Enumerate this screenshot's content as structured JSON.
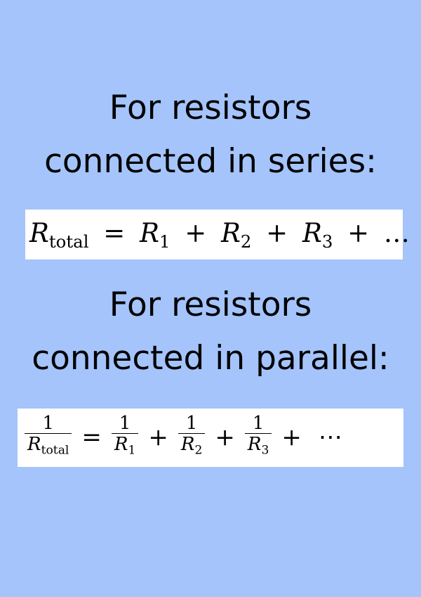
{
  "background_color": "#a4c4fb",
  "headings": {
    "series_line1": "For resistors",
    "series_line2": "connected in series:",
    "parallel_line1": "For resistors",
    "parallel_line2": "connected in parallel:"
  },
  "series_formula": {
    "lhs_var": "R",
    "lhs_sub": "total",
    "equals": "=",
    "terms": [
      {
        "var": "R",
        "sub": "1"
      },
      {
        "var": "R",
        "sub": "2"
      },
      {
        "var": "R",
        "sub": "3"
      }
    ],
    "plus": "+",
    "ellipsis": "…"
  },
  "parallel_formula": {
    "numerator": "1",
    "lhs_var": "R",
    "lhs_sub": "total",
    "equals": "=",
    "terms": [
      {
        "num": "1",
        "var": "R",
        "sub": "1"
      },
      {
        "num": "1",
        "var": "R",
        "sub": "2"
      },
      {
        "num": "1",
        "var": "R",
        "sub": "3"
      }
    ],
    "plus": "+",
    "ellipsis": "⋯"
  }
}
